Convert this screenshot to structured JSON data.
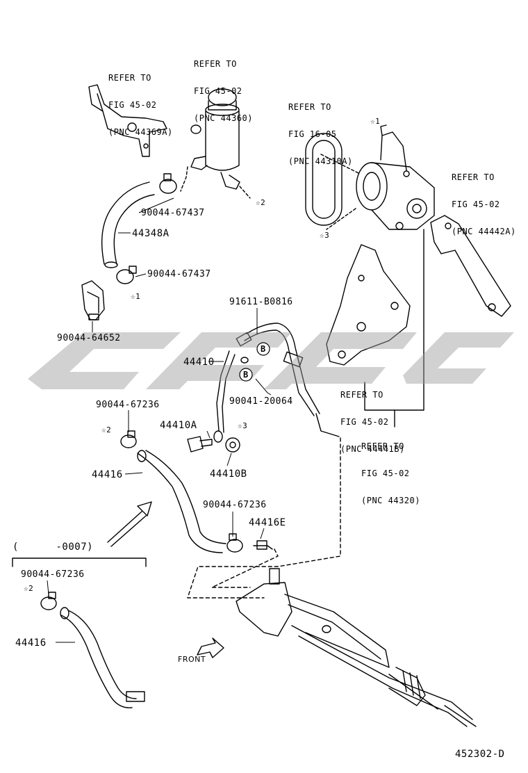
{
  "refs": [
    {
      "line1": "REFER TO",
      "line2": "FIG 45-02",
      "line3": "(PNC 44369A)"
    },
    {
      "line1": "REFER TO",
      "line2": "FIG 45-02",
      "line3": "(PNC 44360)"
    },
    {
      "line1": "REFER TO",
      "line2": "FIG 16-05",
      "line3": "(PNC 44310A)"
    },
    {
      "line1": "REFER TO",
      "line2": "FIG 45-02",
      "line3": "(PNC 44442A)"
    },
    {
      "line1": "REFER TO",
      "line2": "FIG 45-02",
      "line3": "(PNC 44441B)"
    },
    {
      "line1": "REFER TO",
      "line2": "FIG 45-02",
      "line3": "(PNC 44320)"
    }
  ],
  "parts": {
    "p1": "90044-67437",
    "p2": "44348A",
    "p3": "90044-67437",
    "p4": "90044-64652",
    "p5": "91611-B0816",
    "p6": "44410",
    "p7": "90041-20064",
    "p8": "90044-67236",
    "p9": "44410A",
    "p10": "44410B",
    "p11": "44416",
    "p12": "90044-67236",
    "p13": "44416E",
    "p14": "90044-67236",
    "p15": "44416"
  },
  "stars": {
    "s1a": "☆1",
    "s2a": "☆2",
    "s3a": "☆3",
    "s1b": "☆1",
    "s2b": "☆2",
    "s3b": "☆3",
    "s2c": "☆2"
  },
  "callouts": {
    "b1": "B",
    "b2": "B"
  },
  "range_note": "(      -0007)",
  "front_label": "FRONT",
  "figure_code": "452302-D"
}
